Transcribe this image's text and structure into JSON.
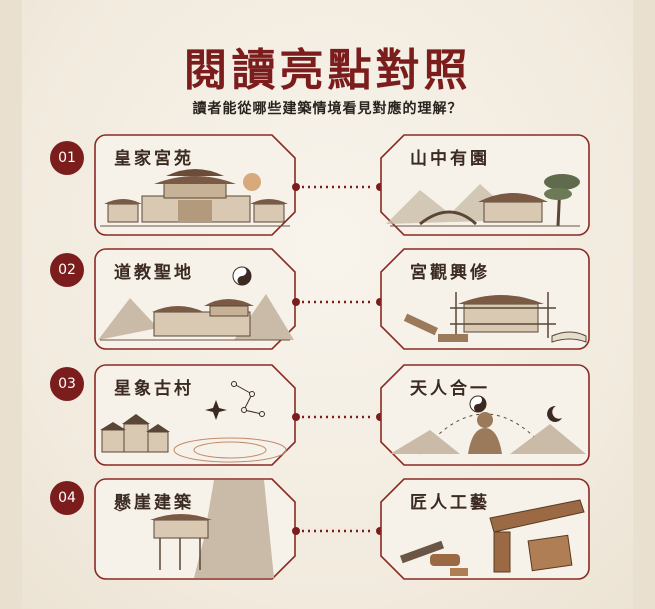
{
  "header": {
    "title": "閱讀亮點對照",
    "subtitle": "讀者能從哪些建築情境看見對應的理解？"
  },
  "rows": [
    {
      "number": "01",
      "left_label": "皇家宮苑",
      "right_label": "山中有園"
    },
    {
      "number": "02",
      "left_label": "道教聖地",
      "right_label": "宮觀興修"
    },
    {
      "number": "03",
      "left_label": "星象古村",
      "right_label": "天人合一"
    },
    {
      "number": "04",
      "left_label": "懸崖建築",
      "right_label": "匠人工藝"
    }
  ],
  "colors": {
    "accent": "#7b1d1d",
    "card_border": "#8a2a22",
    "ink": "#3a2a22",
    "background": "#f4efe6"
  }
}
